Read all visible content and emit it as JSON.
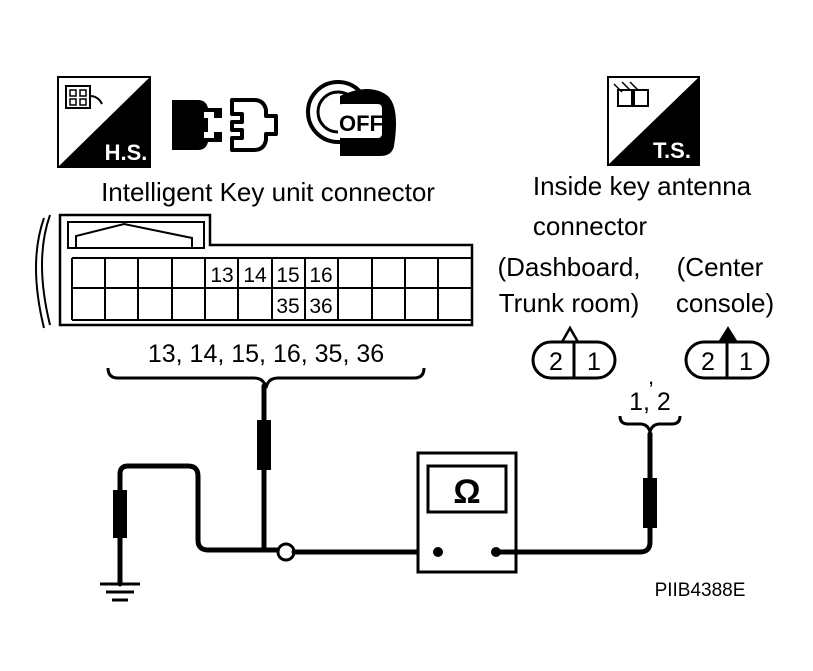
{
  "icons": {
    "hs_label": "H.S.",
    "ts_label": "T.S.",
    "key_label": "OFF",
    "left_icons": [
      "harness-side-icon",
      "connector-disconnect-icon",
      "ignition-key-off-icon"
    ],
    "right_icons": [
      "terminal-side-icon"
    ]
  },
  "unit_connector": {
    "title": "Intelligent Key unit connector",
    "row1_terminals": [
      "13",
      "14",
      "15",
      "16"
    ],
    "row2_terminals": [
      "35",
      "36"
    ],
    "terminal_list": "13, 14, 15, 16, 35, 36"
  },
  "antenna_connector": {
    "title_line1": "Inside key antenna",
    "title_line2": "connector",
    "dashboard_line1": "(Dashboard,",
    "dashboard_line2": "Trunk room)",
    "center_line1": "(Center",
    "center_line2": "console)",
    "left_pins": [
      "2",
      "1"
    ],
    "right_pins": [
      "2",
      "1"
    ],
    "comma": ",",
    "terminal_list": "1, 2"
  },
  "meter": {
    "symbol": "Ω"
  },
  "figure_code": "PIIB4388E"
}
